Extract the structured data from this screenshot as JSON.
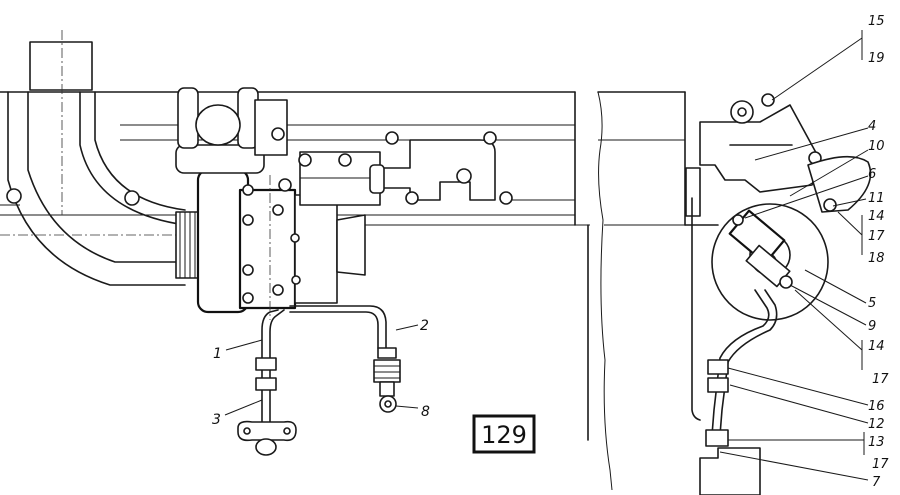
{
  "page_number": "129",
  "left_callouts": [
    "1",
    "2",
    "3",
    "8"
  ],
  "right_callouts": [
    "15",
    "19",
    "4",
    "10",
    "6",
    "11",
    "14",
    "17",
    "18",
    "5",
    "9",
    "14",
    "17",
    "16",
    "12",
    "13",
    "17",
    "7"
  ]
}
